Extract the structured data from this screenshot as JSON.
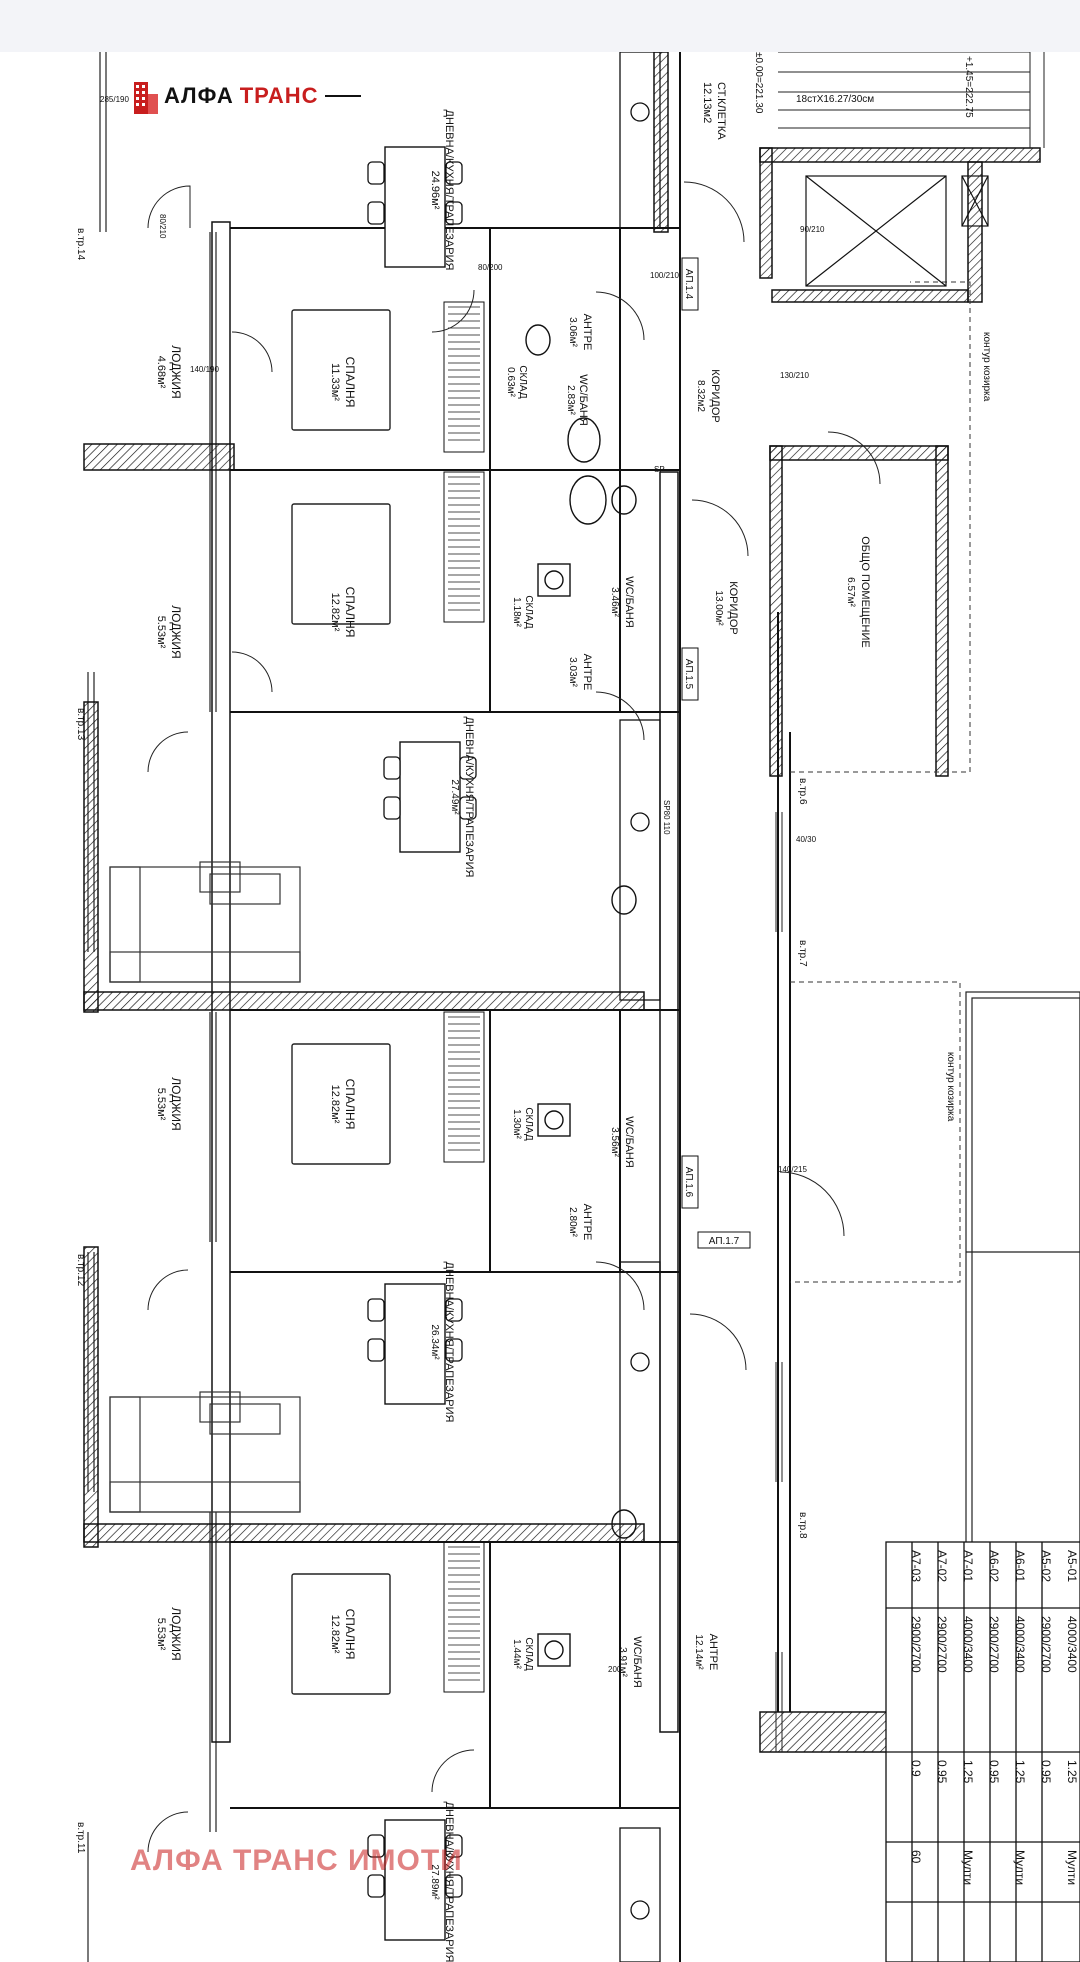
{
  "logo": {
    "part1": "АЛФА",
    "part2": "ТРАНС"
  },
  "watermark": "АЛФА ТРАНС ИМОТИ",
  "header": {
    "stair_room": "СТ.КЛЕТКА",
    "stair_area": "12.13м2",
    "stair_spec": "18стХ16.27/30см",
    "level": "+1.45=222.75",
    "height_mark": "±0.00=221.30"
  },
  "units": [
    {
      "label": "АП.1.4"
    },
    {
      "label": "АП.1.5"
    },
    {
      "label": "АП.1.6"
    },
    {
      "label": "АП.1.7"
    }
  ],
  "rooms": [
    {
      "name": "ДНЕВНА/КУХНЯ/ТРАПЕЗАРИЯ",
      "area": "24.96м²"
    },
    {
      "name": "СПАЛНЯ",
      "area": "11.33м²"
    },
    {
      "name": "ЛОДЖИЯ",
      "area": "4.68м²"
    },
    {
      "name": "СКЛАД",
      "area": "0.63м²"
    },
    {
      "name": "WC/БАНЯ",
      "area": "2.83м²"
    },
    {
      "name": "АНТРЕ",
      "area": "3.06м²"
    },
    {
      "name": "КОРИДОР",
      "area": "8.32м2"
    },
    {
      "name": "СПАЛНЯ",
      "area": "12.82м²"
    },
    {
      "name": "ЛОДЖИЯ",
      "area": "5.53м²"
    },
    {
      "name": "СКЛАД",
      "area": "1.18м²"
    },
    {
      "name": "WC/БАНЯ",
      "area": "3.46м²"
    },
    {
      "name": "АНТРЕ",
      "area": "3.03м²"
    },
    {
      "name": "КОРИДОР",
      "area": "13.00м²"
    },
    {
      "name": "ОБЩО ПОМЕЩЕНИЕ",
      "area": "6.57м²"
    },
    {
      "name": "ДНЕВНА/КУХНЯ/ТРАПЕЗАРИЯ",
      "area": "27.49м²"
    },
    {
      "name": "СПАЛНЯ",
      "area": "12.82м²"
    },
    {
      "name": "ЛОДЖИЯ",
      "area": "5.53м²"
    },
    {
      "name": "СКЛАД",
      "area": "1.30м²"
    },
    {
      "name": "WC/БАНЯ",
      "area": "3.56м²"
    },
    {
      "name": "АНТРЕ",
      "area": "2.80м²"
    },
    {
      "name": "ДНЕВНА/КУХНЯ/ТРАПЕЗАРИЯ",
      "area": "26.34м²"
    },
    {
      "name": "СПАЛНЯ",
      "area": "12.82м²"
    },
    {
      "name": "ЛОДЖИЯ",
      "area": "5.53м²"
    },
    {
      "name": "СКЛАД",
      "area": "1.44м²"
    },
    {
      "name": "WC/БАНЯ",
      "area": "3.91м²"
    },
    {
      "name": "АНТРЕ",
      "area": "12.14м²"
    },
    {
      "name": "ДНЕВНА/КУХНЯ/ТРАПЕЗАРИЯ",
      "area": "27.89м²"
    }
  ],
  "axes": [
    "в.тр.14",
    "в.тр.13",
    "в.тр.12",
    "в.тр.11",
    "в.тр.6",
    "в.тр.7",
    "в.тр.8"
  ],
  "contour": "контур козирка",
  "door_codes": [
    "80/210",
    "80/200",
    "100/210",
    "140/190",
    "285/190",
    "90/210",
    "130/210",
    "140/215",
    "40/30",
    "200",
    "SP",
    "SP80 110"
  ],
  "schedule": {
    "rows": [
      {
        "code": "A5-01",
        "size": "4000/3400",
        "h": "1.25",
        "type": "Мулти"
      },
      {
        "code": "A5-02",
        "size": "2900/2700",
        "h": "0.95",
        "type": ""
      },
      {
        "code": "A6-01",
        "size": "4000/3400",
        "h": "1.25",
        "type": "Мулти"
      },
      {
        "code": "A6-02",
        "size": "2900/2700",
        "h": "0.95",
        "type": ""
      },
      {
        "code": "A7-01",
        "size": "4000/3400",
        "h": "1.25",
        "type": "Мулти"
      },
      {
        "code": "A7-02",
        "size": "2900/2700",
        "h": "0.95",
        "type": ""
      },
      {
        "code": "A7-03",
        "size": "2900/2700",
        "h": "0.9",
        "type": "60"
      }
    ]
  }
}
